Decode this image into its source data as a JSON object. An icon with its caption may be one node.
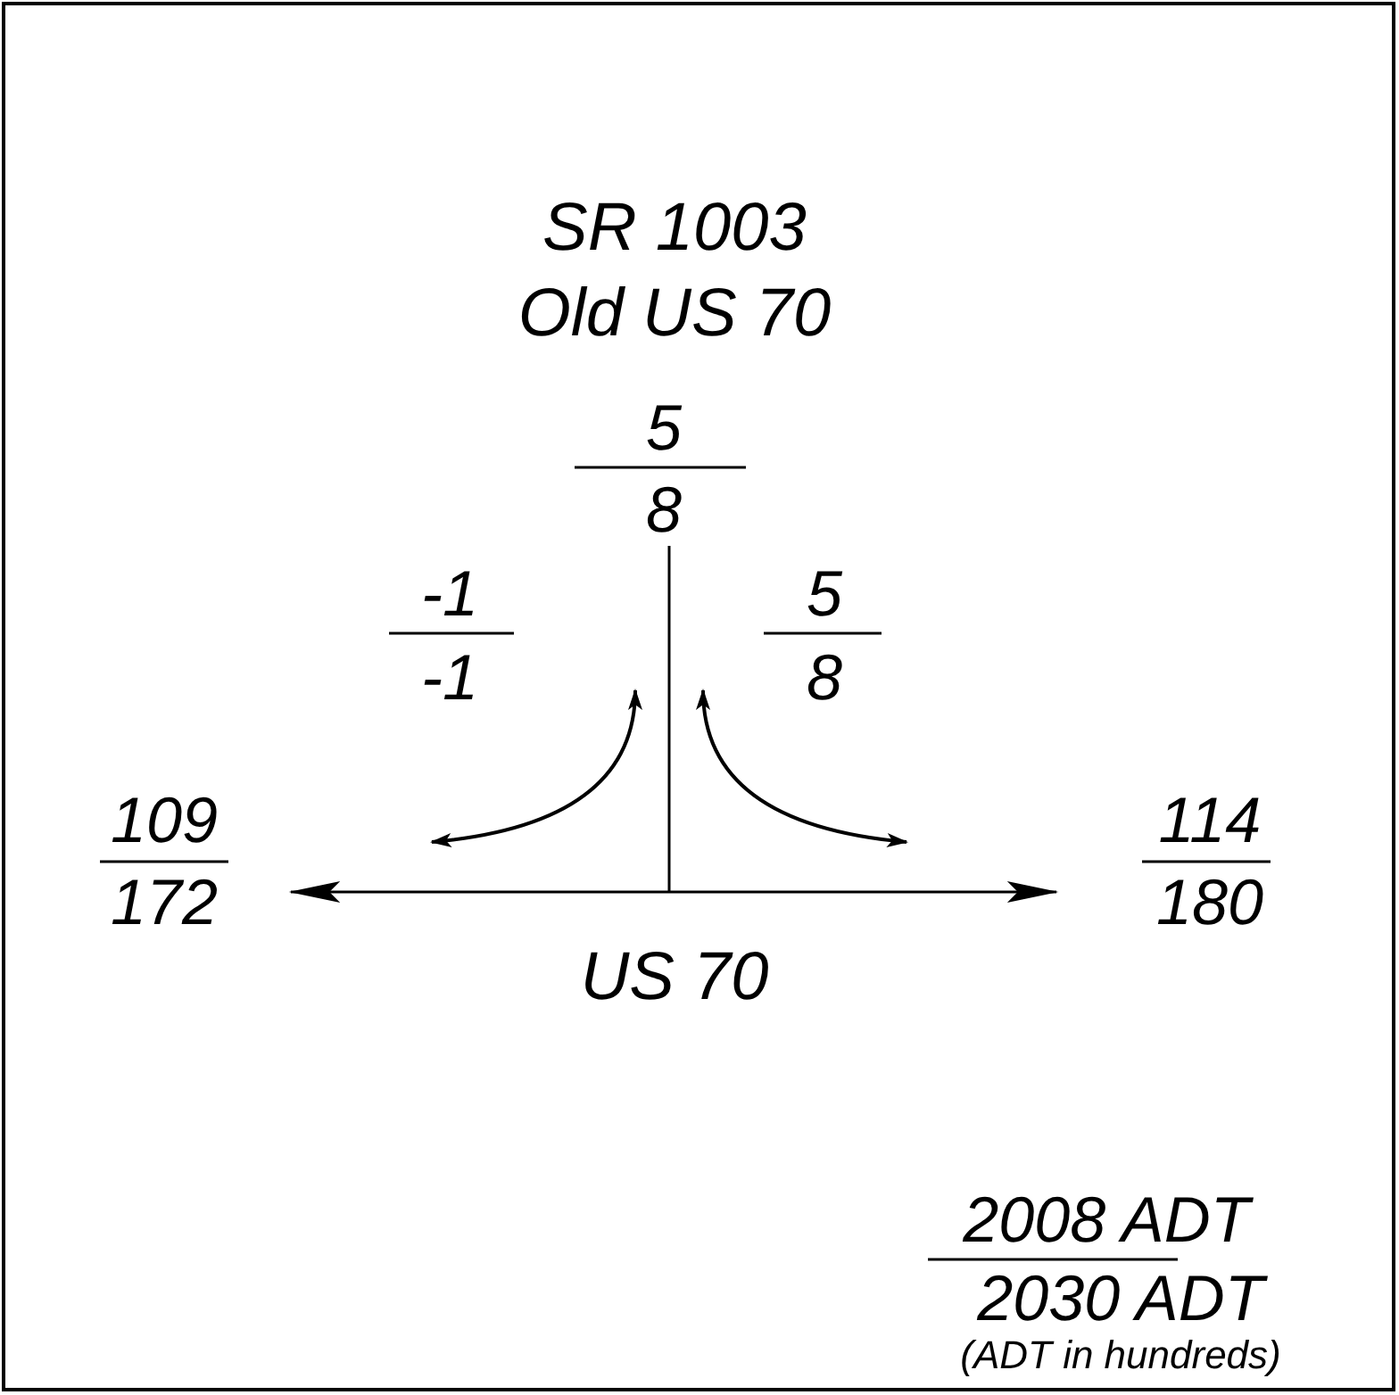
{
  "diagram": {
    "labels": [
      "SR 1003",
      "Old US 70",
      "5",
      "8",
      "-1",
      "-1",
      "5",
      "8",
      "109",
      "172",
      "114",
      "180",
      "US 70",
      "2008 ADT",
      "2030 ADT",
      "(ADT in hundreds)"
    ]
  }
}
